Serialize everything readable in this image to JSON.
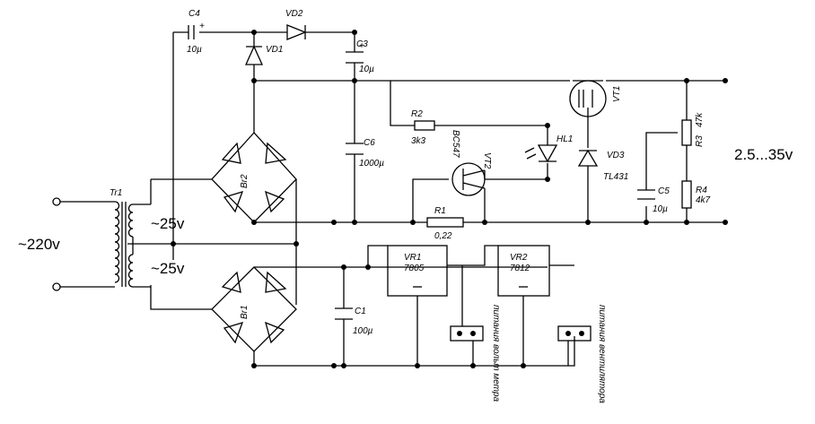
{
  "components": {
    "c4": {
      "name": "C4",
      "value": "10µ"
    },
    "vd2": {
      "name": "VD2"
    },
    "vd1": {
      "name": "VD1"
    },
    "c3": {
      "name": "C3",
      "value": "10µ"
    },
    "c6": {
      "name": "C6",
      "value": "1000µ"
    },
    "c1": {
      "name": "C1",
      "value": "100µ"
    },
    "c5": {
      "name": "C5",
      "value": "10µ"
    },
    "r1": {
      "name": "R1",
      "value": "0,22"
    },
    "r2": {
      "name": "R2",
      "value": "3k3"
    },
    "r3": {
      "name": "R3",
      "value": "47k"
    },
    "r4": {
      "name": "R4",
      "value": "4k7"
    },
    "vt1": {
      "name": "VT1"
    },
    "vt2": {
      "name": "VT2",
      "model": "BC547"
    },
    "hl1": {
      "name": "HL1"
    },
    "vd3": {
      "name": "VD3",
      "model": "TL431"
    },
    "br1": {
      "name": "Br1"
    },
    "br2": {
      "name": "Br2"
    },
    "tr1": {
      "name": "Tr1"
    },
    "vr1": {
      "name": "VR1",
      "model": "7805"
    },
    "vr2": {
      "name": "VR2",
      "model": "7812"
    }
  },
  "voltages": {
    "input": "~220v",
    "secondary_top": "~25v",
    "secondary_bottom": "~25v",
    "output_range": "2.5...35v"
  },
  "connectors": {
    "voltmeter_power": "питания вольт метра",
    "fan_power": "питания вентилятора"
  },
  "colors": {
    "wire": "#000000",
    "background": "#ffffff"
  }
}
